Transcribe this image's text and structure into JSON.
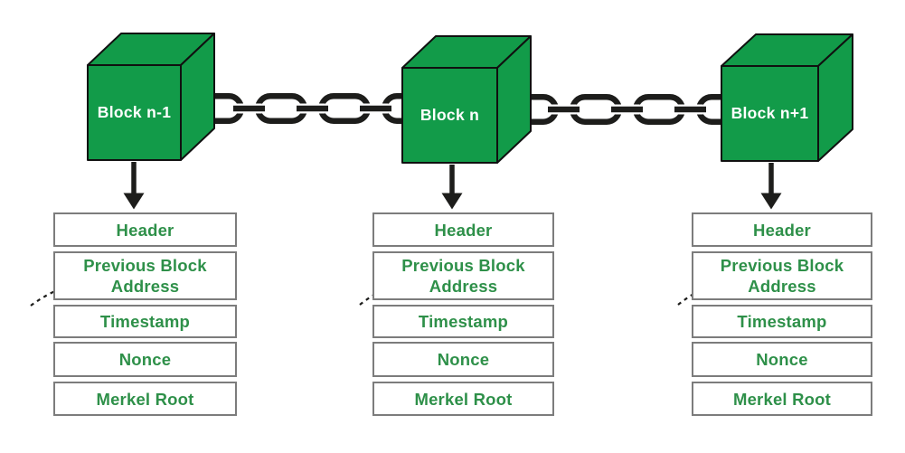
{
  "blocks": [
    {
      "label": "Block n-1",
      "fields": [
        "Header",
        "Previous Block Address",
        "Timestamp",
        "Nonce",
        "Merkel Root"
      ]
    },
    {
      "label": "Block n",
      "fields": [
        "Header",
        "Previous Block Address",
        "Timestamp",
        "Nonce",
        "Merkel Root"
      ]
    },
    {
      "label": "Block n+1",
      "fields": [
        "Header",
        "Previous Block Address",
        "Timestamp",
        "Nonce",
        "Merkel Root"
      ]
    }
  ],
  "colors": {
    "block_fill": "#129B49",
    "block_label_text": "#FFFFFF",
    "field_text": "#2E9049",
    "box_border": "#7C7C7C",
    "chain_and_arrows": "#1D1D1B"
  },
  "icons": {
    "chain": "chain-link-icon",
    "flow": "down-arrow-icon",
    "address_pointer": "dashed-curved-arrow-icon"
  }
}
